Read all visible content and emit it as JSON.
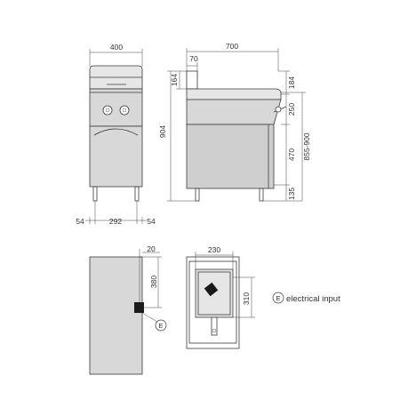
{
  "front_view": {
    "width_label": "400",
    "foot_left_label": "54",
    "foot_span_label": "292",
    "foot_right_label": "54"
  },
  "side_view": {
    "depth_label": "700",
    "back_offset_label": "70",
    "top_height_left_label": "164",
    "total_height_label": "904",
    "top_height_right_label": "184",
    "control_height_label": "250",
    "cabinet_height_label": "470",
    "height_range_label": "855-900",
    "foot_height_label": "135"
  },
  "plan_view": {
    "side_offset_label": "20",
    "input_height_label": "380",
    "marker_letter": "E"
  },
  "top_view": {
    "well_width_label": "230",
    "well_depth_label": "310"
  },
  "legend": {
    "marker_letter": "E",
    "text": "electrical input"
  },
  "colors": {
    "body_fill": "#d8d8d8",
    "line": "#3a3a3a",
    "input_marker": "#1a1a1a"
  }
}
